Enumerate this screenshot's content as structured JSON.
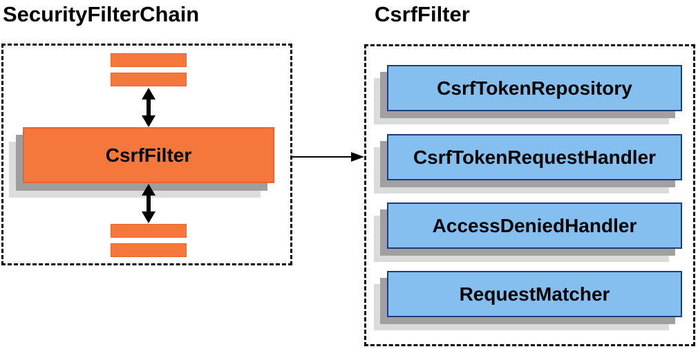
{
  "left_panel": {
    "title": "SecurityFilterChain",
    "filter_label": "CsrfFilter"
  },
  "right_panel": {
    "title": "CsrfFilter",
    "components": [
      "CsrfTokenRepository",
      "CsrfTokenRequestHandler",
      "AccessDeniedHandler",
      "RequestMatcher"
    ]
  },
  "icons": {
    "vertical_double_arrow": "up-down arrow between filter chain elements",
    "right_arrow": "arrow from SecurityFilterChain to CsrfFilter detail"
  },
  "colors": {
    "orange_fill": "#F4783C",
    "orange_border": "#E8632D",
    "blue_fill": "#85BFF0",
    "blue_border": "#1F3C74",
    "shadow_dark": "#9E9E9E",
    "shadow_light": "#DCDCDC",
    "line_color": "#000000"
  }
}
